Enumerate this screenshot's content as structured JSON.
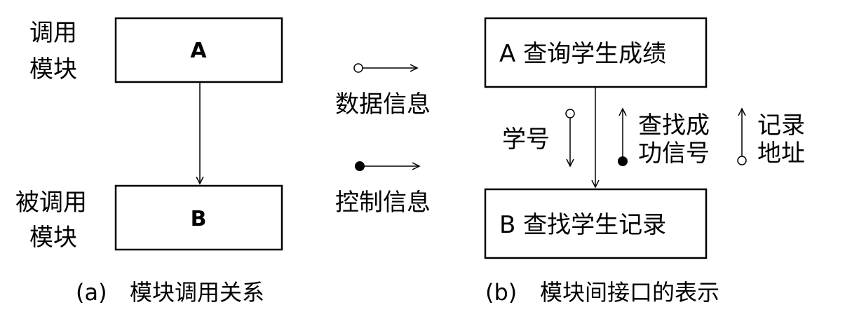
{
  "left": {
    "caller_label": [
      "调用",
      "模块"
    ],
    "callee_label": [
      "被调用",
      "模块"
    ],
    "box_a": "A",
    "box_b": "B",
    "caption_prefix": "(a)",
    "caption": "模块调用关系"
  },
  "legend": {
    "data_info": "数据信息",
    "control_info": "控制信息"
  },
  "right": {
    "box_a": "A 查询学生成绩",
    "box_b": "B 查找学生记录",
    "param_student_id": "学号",
    "param_found_signal": [
      "查找成",
      "功信号"
    ],
    "param_record_address": [
      "记录",
      "地址"
    ],
    "caption_prefix": "(b)",
    "caption": "模块间接口的表示"
  }
}
